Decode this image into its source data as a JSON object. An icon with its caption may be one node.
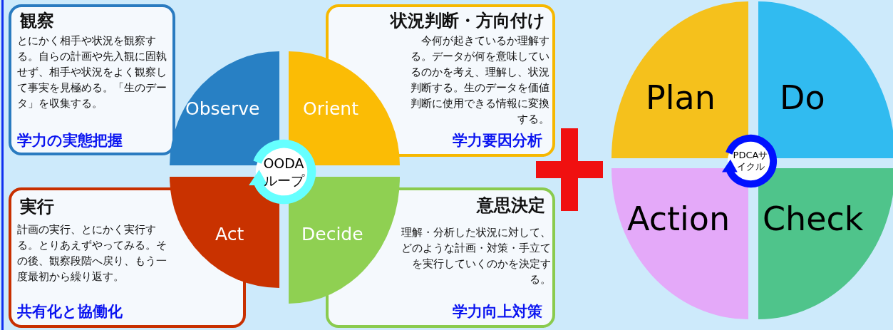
{
  "diagram": {
    "nodes": [
      {
        "text": [
          "観察",
          "とにかく相手や状況を観察する。自らの計画や先入観に固執せず、相手や状況をよく観察して事実を見極める。「生のデータ」を収集する。",
          "学力の実態把握"
        ]
      },
      {
        "text": [
          "状況判断・方向付け",
          "今何が起きているか理解する。データが何を意味しているのかを考え、理解し、状況判断する。生のデータを価値判断に使用できる情報に変換する。",
          "学力要因分析"
        ]
      },
      {
        "text": [
          "Observe"
        ]
      },
      {
        "text": [
          "Orient"
        ]
      },
      {
        "text": [
          "OODAループ"
        ]
      },
      {
        "text": [
          "実行",
          "計画の実行、とにかく実行する。とりあえずやってみる。その後、観察段階へ戻り、もう一度最初から繰り返す。",
          "共有化と協働化"
        ]
      },
      {
        "text": [
          "意思決定",
          "理解・分析した状況に対して、どのような計画・対策・手立てを実行していくのかを決定する。",
          "学力向上対策"
        ]
      },
      {
        "text": [
          "Act"
        ]
      },
      {
        "text": [
          "Decide"
        ]
      },
      {
        "text": [
          "Plan"
        ]
      },
      {
        "text": [
          "Do"
        ]
      },
      {
        "text": [
          "PDCAサイクル"
        ]
      },
      {
        "text": [
          "Action"
        ]
      },
      {
        "text": [
          "Check"
        ]
      }
    ],
    "edges": []
  }
}
